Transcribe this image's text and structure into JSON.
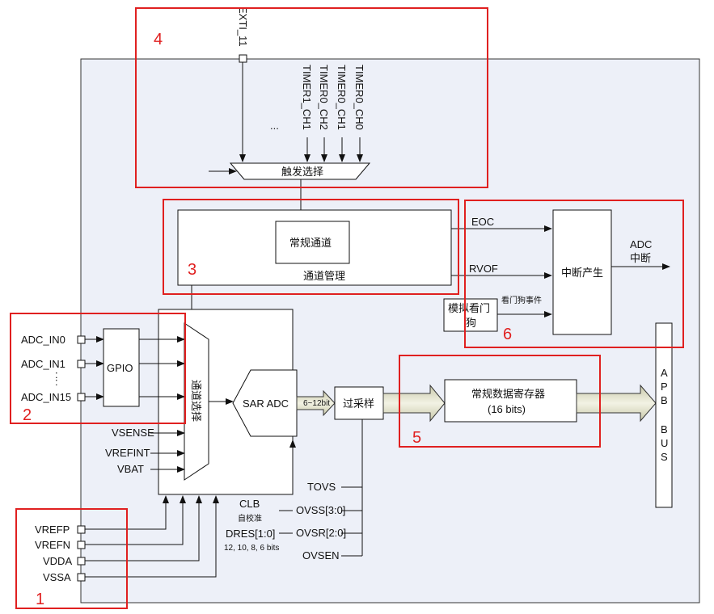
{
  "regions": {
    "r1": "1",
    "r2": "2",
    "r3": "3",
    "r4": "4",
    "r5": "5",
    "r6": "6"
  },
  "trigger": {
    "exti": "EXTI_11",
    "timers": [
      "TIMER1_CH1",
      "TIMER0_CH2",
      "TIMER0_CH1",
      "TIMER0_CH0"
    ],
    "ellipsis": "...",
    "select_label": "触发选择"
  },
  "channel_mgmt": {
    "regular_channel": "常规通道",
    "label": "通道管理"
  },
  "interrupt": {
    "eoc": "EOC",
    "rvof": "RVOF",
    "watchdog": [
      "模拟看门",
      "狗"
    ],
    "watchdog_event": "看门狗事件",
    "gen_label": "中断产生",
    "adc_irq": [
      "ADC",
      "中断"
    ]
  },
  "inputs": {
    "adc_in0": "ADC_IN0",
    "adc_in1": "ADC_IN1",
    "adc_in15": "ADC_IN15",
    "dots": ":",
    "gpio": "GPIO",
    "vsense": "VSENSE",
    "vrefint": "VREFINT",
    "vbat": "VBAT"
  },
  "adc_core": {
    "channel_select": "通道选择",
    "sar": "SAR ADC",
    "bits": "6~12bit",
    "oversample": "过采样",
    "clb": "CLB",
    "clb_sub": "自校准",
    "dres": "DRES[1:0]",
    "dres_sub": "12, 10, 8, 6 bits",
    "tovs": "TOVS",
    "ovss": "OVSS[3:0]",
    "ovsr": "OVSR[2:0]",
    "ovsen": "OVSEN"
  },
  "data_reg": {
    "line1": "常规数据寄存器",
    "line2": "(16 bits)"
  },
  "apb": [
    "A",
    "P",
    "B",
    "B",
    "U",
    "S"
  ],
  "power": {
    "vrefp": "VREFP",
    "vrefn": "VREFN",
    "vdda": "VDDA",
    "vssa": "VSSA"
  },
  "colors": {
    "background_panel": "#edf0f8",
    "highlight_box": "#e02020",
    "bus_arrow": "#d8d8c0"
  }
}
